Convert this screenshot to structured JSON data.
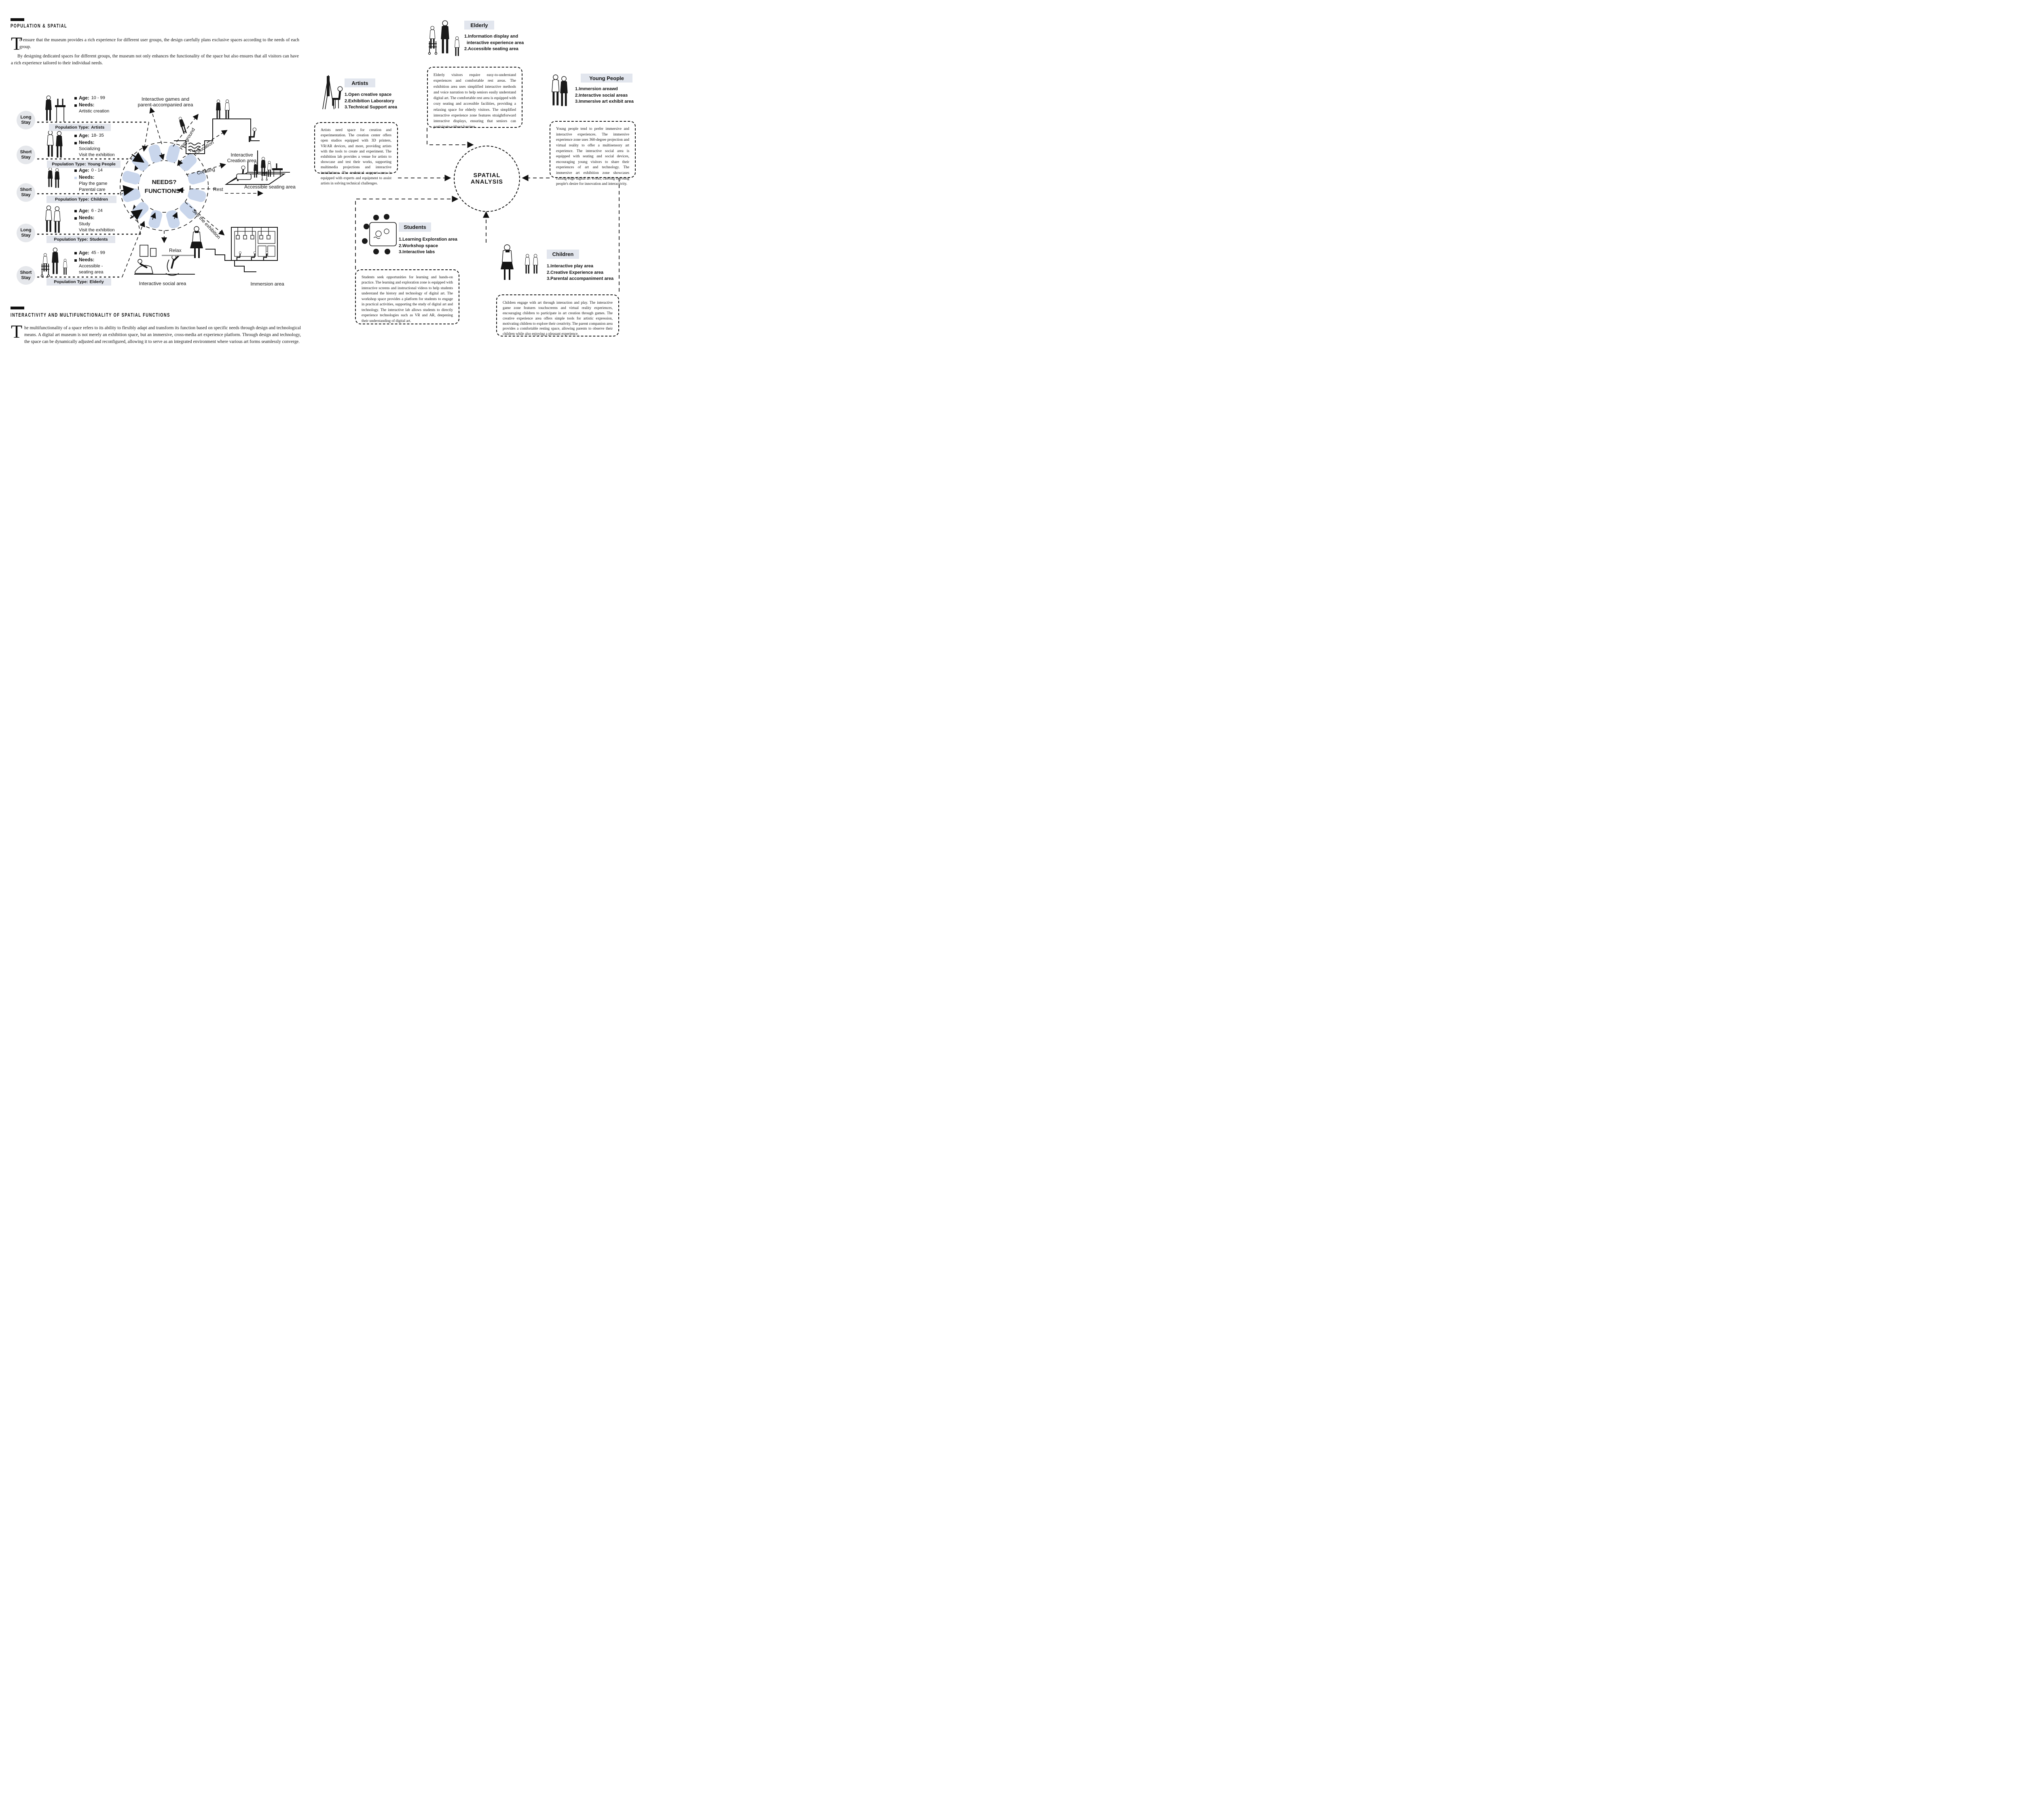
{
  "theme": {
    "ink": "#111111",
    "wedge_blue": "#c9d6ec",
    "label_bg": "#e2e6ee",
    "pop_bg": "#e2e5ec",
    "circle_bg": "#e5e7eb",
    "relax_rule": "#9a9a9a"
  },
  "left": {
    "kicker": "POPULATION & SPATIAL",
    "intro": {
      "dropcap": "T",
      "p1": "o ensure that the museum provides a rich experience for different user groups, the design carefully plans exclusive spaces according to the needs of each group.",
      "p2": "By designing dedicated spaces for different groups, the museum not only enhances the functionality of the space but also ensures that all visitors can have a rich experience tailored to their individual needs."
    },
    "labels": {
      "age": "Age:",
      "needs": "Needs:",
      "pop": "Population Type:"
    },
    "groups": [
      {
        "stay1": "Long",
        "stay2": "Stay",
        "age": "10 - 99",
        "needs": [
          "Artistic creation"
        ],
        "pop": "Artists"
      },
      {
        "stay1": "Short",
        "stay2": "Stay",
        "age": "18- 35",
        "needs": [
          "Socializing",
          "Visit the exhibition"
        ],
        "pop": "Young People"
      },
      {
        "stay1": "Short",
        "stay2": "Stay",
        "age": "0 - 14",
        "needs": [
          "Play the game",
          "Parental care"
        ],
        "pop": "Children"
      },
      {
        "stay1": "Long",
        "stay2": "Stay",
        "age": "6 - 24",
        "needs": [
          "Study",
          "Visit the exhibition"
        ],
        "pop": "Students"
      },
      {
        "stay1": "Short",
        "stay2": "Stay",
        "age": "45 - 99",
        "needs": [
          "Accessible -",
          "seating area"
        ],
        "pop": "Elderly"
      }
    ],
    "wheel": {
      "line1": "NEEDS?",
      "line2": "FUNCTIONS?"
    },
    "areas": {
      "games1": "Interactive games and",
      "games2": "parent-accompanied area",
      "playground": "Playground",
      "education": "Education",
      "creating": "Creating",
      "rest": "Rest",
      "see": "See the exhibition",
      "creation1": "Interactive",
      "creation2": "Creation area",
      "seating": "Accessible seating area",
      "relax": "Relax",
      "social": "Interactive social area",
      "immersion": "Immersion area"
    },
    "section2": {
      "heading": "INTERACTIVITY AND MULTIFUNCTIONALITY OF SPATIAL FUNCTIONS",
      "dropcap": "T",
      "para": "he multifunctionality of a space refers to its ability to flexibly adapt and transform its function based on specific needs through design and technological means. A digital art museum is not merely an exhibition space, but an immersive, cross-media art experience platform. Through design and technology, the space can be dynamically adjusted and reconfigured, allowing it to serve as an integrated environment where various art forms seamlessly converge."
    }
  },
  "right": {
    "hub": {
      "line1": "SPATIAL",
      "line2": "ANALYSIS"
    },
    "cards": {
      "elderly": {
        "label": "Elderly",
        "items": [
          "1.Information display and",
          "interactive experience area",
          "2.Accessible seating area"
        ],
        "desc": "Elderly visitors require easy-to-understand experiences and comfortable rest areas. The exhibition area uses simplified interactive methods and voice narration to help seniors easily understand digital art. The comfortable rest area is equipped with cozy seating and accessible facilities, providing a relaxing space for elderly visitors. The simplified interactive experience zone features straightforward interactive displays, ensuring that seniors can participate without barriers."
      },
      "artists": {
        "label": "Artists",
        "items": [
          "1.Open creative space",
          "2.Exhibition Laboratory",
          "3.Technical Support area"
        ],
        "desc": "Artists need space for creation and experimentation. The creation center offers open studios equipped with 3D printers, VR/AR devices, and more, providing artists with the tools to create and experiment. The exhibition lab provides a venue for artists to showcase and test their works, supporting multimedia projections and interactive installations. The technical support area is equipped with experts and equipment to assist artists in solving technical challenges."
      },
      "young": {
        "label": "Young People",
        "items": [
          "1.Immersion areawd",
          "2.Interactive social areas",
          "3.Immersive art exhibit area"
        ],
        "desc": "Young people tend to prefer immersive and interactive experiences. The immersive experience zone uses 360-degree projection and virtual reality to offer a multisensory art experience. The interactive social area is equipped with seating and social devices, encouraging young visitors to share their experiences of art and technology. The immersive art exhibition zone showcases cutting-edge digital art works, catering to young people's desire for innovation and interactivity."
      },
      "students": {
        "label": "Students",
        "items": [
          "1.Learning Exploration area",
          "2.Workshop space",
          "3.Interactive labs"
        ],
        "desc": "Students seek opportunities for learning and hands-on practice. The learning and exploration zone is equipped with interactive screens and instructional videos to help students understand the history and technology of digital art. The workshop space provides a platform for students to engage in practical activities, supporting the study of digital art and technology. The interactive lab allows students to directly experience technologies such as VR and AR, deepening their understanding of digital art."
      },
      "children": {
        "label": "Children",
        "items": [
          "1.Interactive play area",
          "2.Creative Experience area",
          "3.Parental accompaniment area"
        ],
        "desc": "Children engage with art through interaction and play. The interactive game zone features touchscreens and virtual reality experiences, encouraging children to participate in art creation through games. The creative experience area offers simple tools for artistic expression, motivating children to explore their creativity. The parent companion area provides a comfortable resting space, allowing parents to observe their children while also enjoying a pleasant experience."
      }
    }
  }
}
